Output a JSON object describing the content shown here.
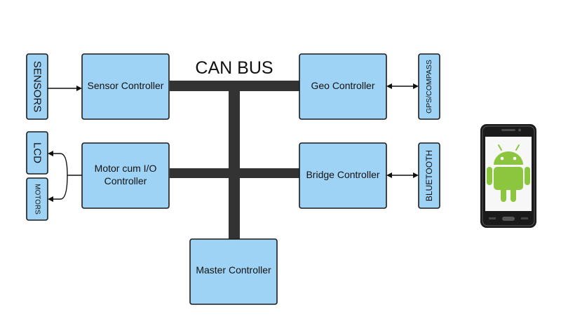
{
  "bus_label": "CAN BUS",
  "colors": {
    "box_fill": "#9fd3f5",
    "bus": "#333333",
    "android_green": "#8cc63e"
  },
  "controllers": {
    "sensor": "Sensor Controller",
    "geo": "Geo Controller",
    "motor_line1": "Motor cum I/O",
    "motor_line2": "Controller",
    "bridge": "Bridge Controller",
    "master": "Master Controller"
  },
  "peripherals": {
    "sensors": "SENSORS",
    "lcd": "LCD",
    "motors": "MOTORS",
    "gps_compass": "GPS/COMPASS",
    "bluetooth": "BLUETOOTH"
  },
  "device_icon": "android-phone-icon"
}
